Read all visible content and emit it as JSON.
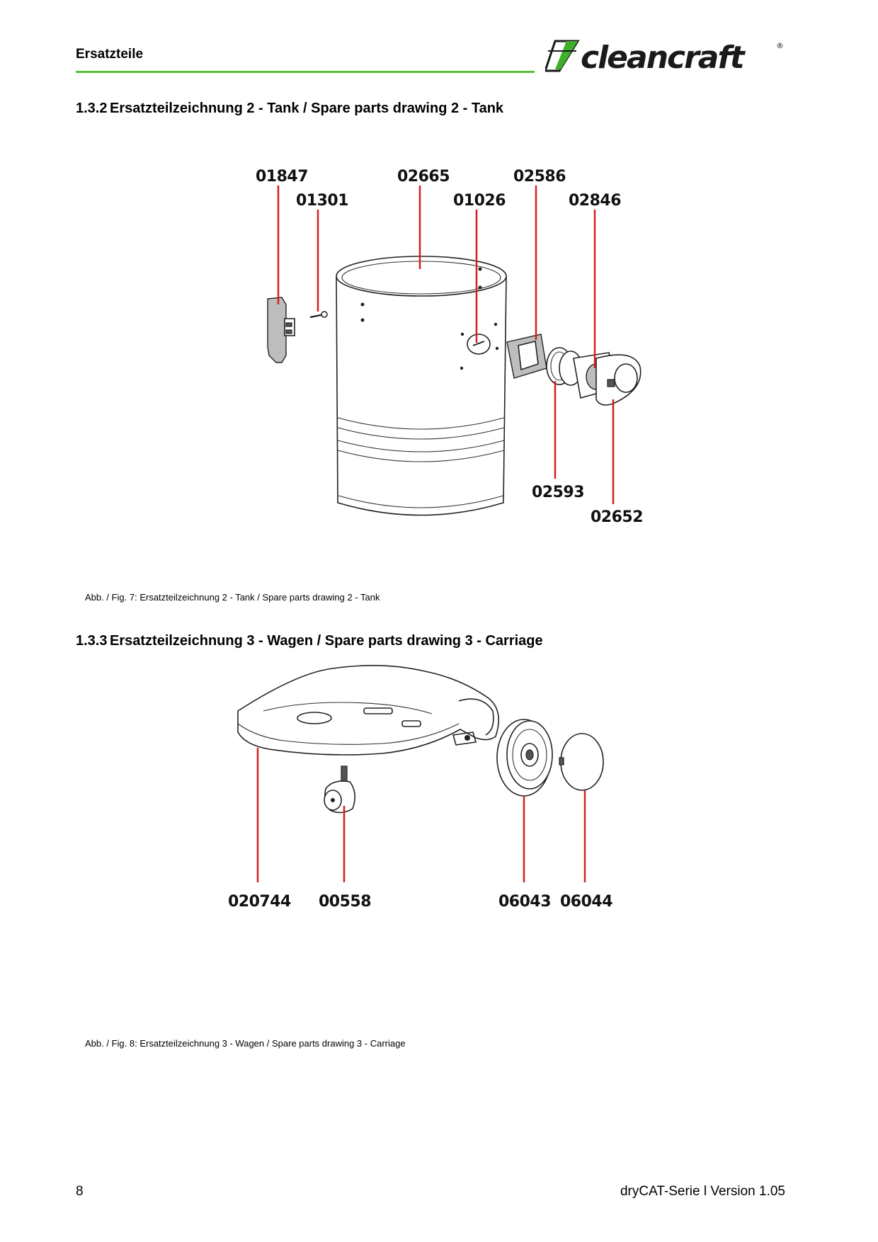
{
  "header": {
    "section": "Ersatzteile",
    "brand": "cleancraft",
    "brand_mark": "®",
    "rule_color": "#52c234",
    "brand_color": "#1a1a1a",
    "brand_accent": "#3fae29"
  },
  "sections": [
    {
      "number": "1.3.2",
      "title": "Ersatzteilzeichnung 2 - Tank / Spare parts drawing 2 - Tank",
      "parts": [
        "01847",
        "01301",
        "02665",
        "01026",
        "02586",
        "02846",
        "02593",
        "02652"
      ],
      "caption": "Abb. / Fig.  7: Ersatzteilzeichnung 2 - Tank / Spare parts drawing 2 - Tank"
    },
    {
      "number": "1.3.3",
      "title": "Ersatzteilzeichnung 3 - Wagen / Spare parts drawing 3 - Carriage",
      "parts": [
        "020744",
        "00558",
        "06043",
        "06044"
      ],
      "caption": "Abb. / Fig.  8: Ersatzteilzeichnung 3 - Wagen / Spare parts drawing 3 - Carriage"
    }
  ],
  "footer": {
    "page_number": "8",
    "doc_version": "dryCAT-Serie l Version 1.05"
  },
  "leader_color": "#d32020"
}
